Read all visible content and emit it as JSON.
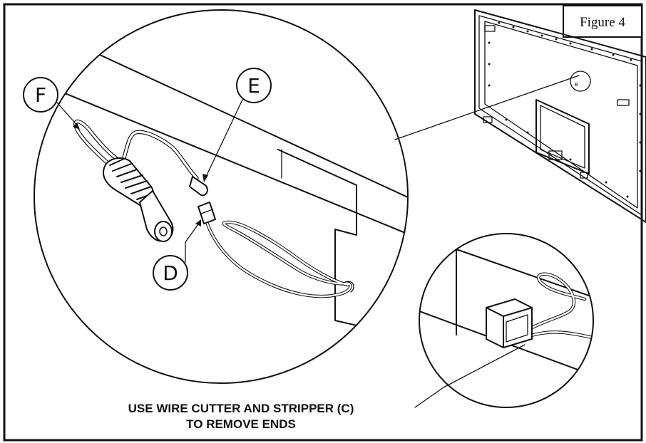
{
  "figure_label": "Figure 4",
  "callouts": {
    "f": "F",
    "e": "E",
    "d": "D"
  },
  "caption": {
    "line1": "USE WIRE CUTTER AND STRIPPER (C)",
    "line2": "TO REMOVE ENDS"
  },
  "detail_marker": "B",
  "colors": {
    "ink": "#111111",
    "paper": "#ffffff"
  }
}
